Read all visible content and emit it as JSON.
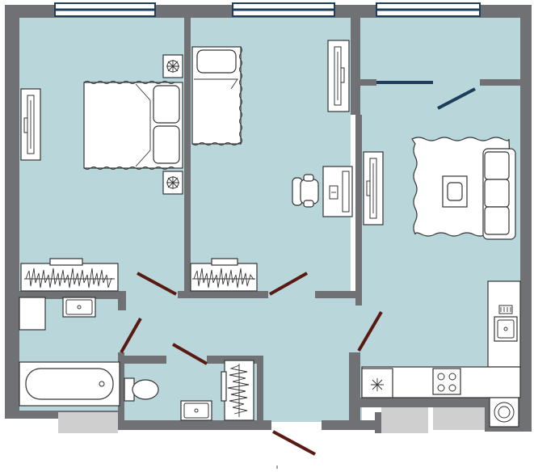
{
  "plan": {
    "kind": "apartment-floor-plan",
    "bedrooms": 2,
    "rooms": [
      "bedroom",
      "bedroom",
      "living-room",
      "kitchen",
      "hallway",
      "bathroom",
      "toilet"
    ],
    "colors": {
      "wall": "#6f7174",
      "floor": "#b9d7db",
      "door": "#5a1a14",
      "window": "#1d3d5a"
    },
    "icons": [
      "bed-icon",
      "wardrobe-icon",
      "tv-stand-icon",
      "desk-icon",
      "chair-icon",
      "sofa-icon",
      "rug-icon",
      "bathtub-icon",
      "sink-icon",
      "toilet-icon",
      "stove-icon",
      "fridge-icon",
      "washing-machine-icon"
    ]
  }
}
